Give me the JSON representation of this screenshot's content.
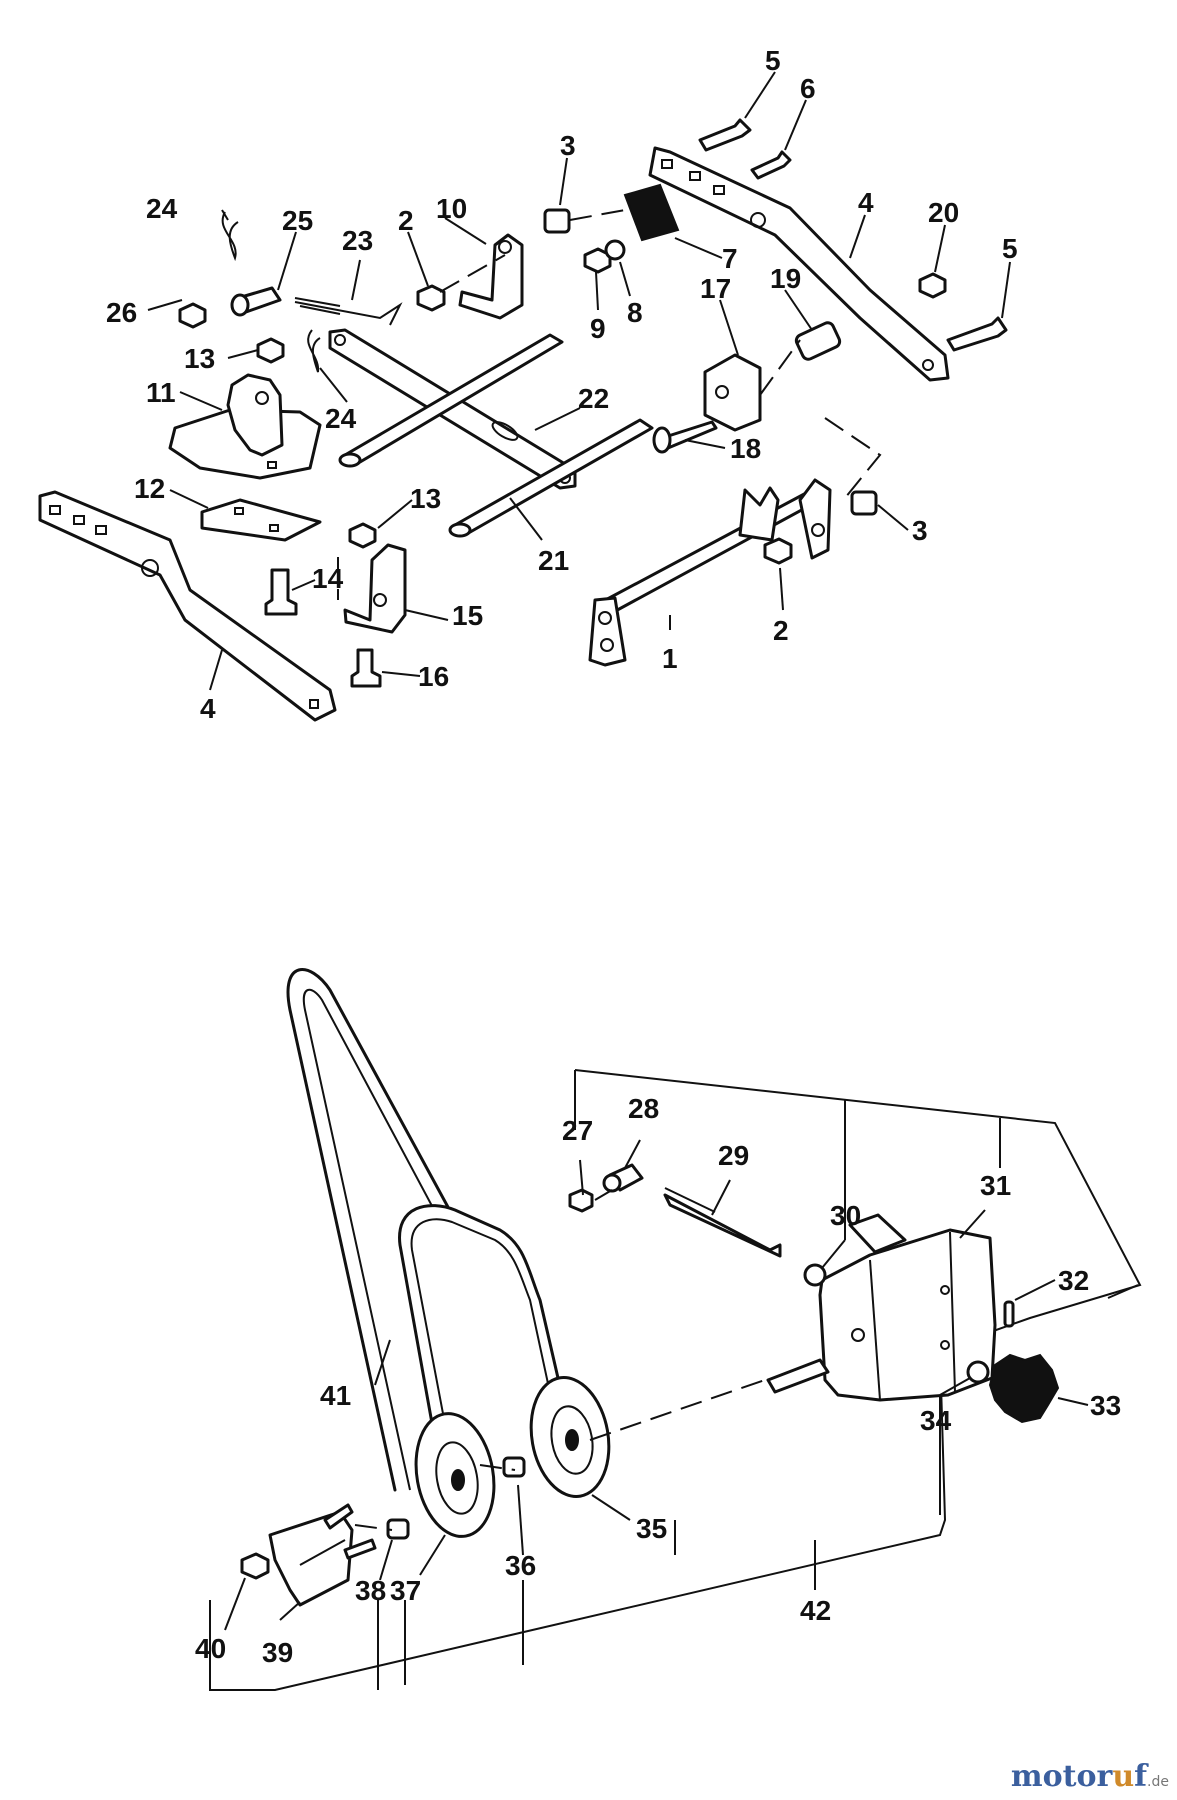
{
  "diagram": {
    "callouts_top": [
      "1",
      "2",
      "2",
      "3",
      "3",
      "4",
      "4",
      "5",
      "5",
      "6",
      "7",
      "8",
      "9",
      "10",
      "11",
      "12",
      "13",
      "13",
      "14",
      "15",
      "16",
      "17",
      "18",
      "19",
      "20",
      "21",
      "22",
      "23",
      "24",
      "24",
      "25",
      "26"
    ],
    "callouts_bottom": [
      "27",
      "28",
      "29",
      "30",
      "31",
      "32",
      "33",
      "34",
      "35",
      "36",
      "37",
      "38",
      "39",
      "40",
      "41",
      "42"
    ]
  },
  "watermark": {
    "main": "motor",
    "accent": "u",
    "tail": "f",
    "tld": ".de"
  },
  "colors": {
    "ink": "#111111",
    "paper": "#ffffff",
    "brand": "#3b5f9e",
    "brand_accent": "#d08a2a"
  }
}
